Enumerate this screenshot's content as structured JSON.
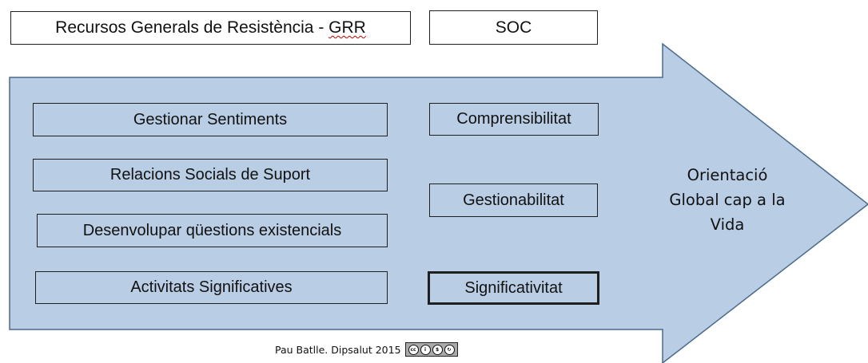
{
  "header": {
    "grr_prefix": "Recursos Generals de Resistència - ",
    "grr_suffix": "GRR",
    "soc": "SOC"
  },
  "resources": [
    "Gestionar Sentiments",
    "Relacions Socials de Suport",
    "Desenvolupar qüestions existencials",
    "Activitats Significatives"
  ],
  "soc_components": [
    "Comprensibilitat",
    "Gestionabilitat",
    "Significativitat"
  ],
  "orientation": {
    "line1": "Orientació",
    "line2": "Global cap a la",
    "line3": "Vida"
  },
  "footer": {
    "credit": "Pau Batlle. Dipsalut 2015",
    "license_icons": [
      "cc",
      "by",
      "nc",
      "sa"
    ]
  },
  "colors": {
    "arrow_fill": "#b9cde5",
    "arrow_stroke": "#4a6a8a",
    "border": "#1f1f1f"
  }
}
